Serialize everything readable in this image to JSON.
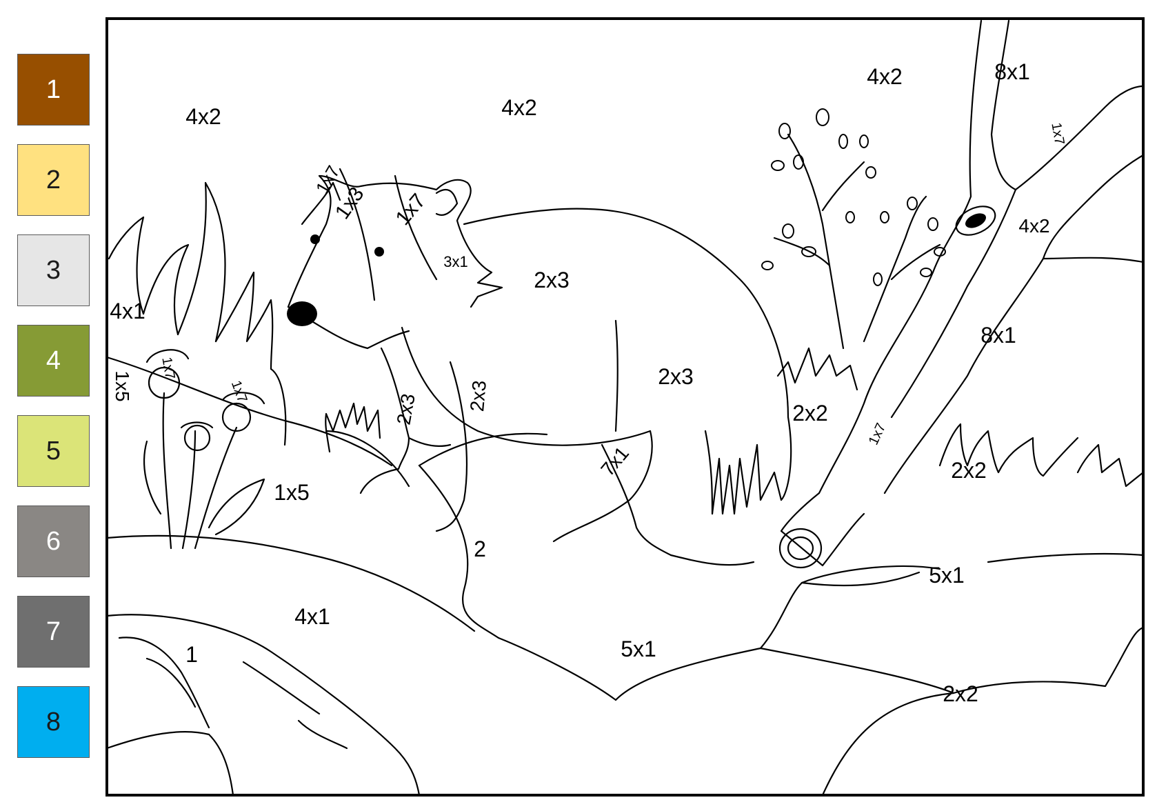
{
  "palette": [
    {
      "number": "1",
      "color": "#974f00",
      "text_color": "#ffffff"
    },
    {
      "number": "2",
      "color": "#ffe180",
      "text_color": "#1a1a1a"
    },
    {
      "number": "3",
      "color": "#e6e6e6",
      "text_color": "#1a1a1a"
    },
    {
      "number": "4",
      "color": "#869b35",
      "text_color": "#ffffff"
    },
    {
      "number": "5",
      "color": "#dbe478",
      "text_color": "#1a1a1a"
    },
    {
      "number": "6",
      "color": "#8a8784",
      "text_color": "#ffffff"
    },
    {
      "number": "7",
      "color": "#6f6f6f",
      "text_color": "#ffffff"
    },
    {
      "number": "8",
      "color": "#00aeef",
      "text_color": "#1a1a1a"
    }
  ],
  "regions": [
    "4x2",
    "4x2",
    "4x2",
    "8x1",
    "1x7",
    "1x3",
    "1x7",
    "3x1",
    "2x3",
    "4x2",
    "1x7",
    "4x1",
    "1x7",
    "1x7",
    "1x5",
    "2x3",
    "2x3",
    "2x3",
    "2x2",
    "8x1",
    "1x7",
    "2x2",
    "7x1",
    "1x5",
    "2",
    "5x1",
    "4x1",
    "1",
    "5x1",
    "2x2"
  ],
  "icons": {
    "badger": "badger-illustration",
    "log": "log-icon"
  }
}
